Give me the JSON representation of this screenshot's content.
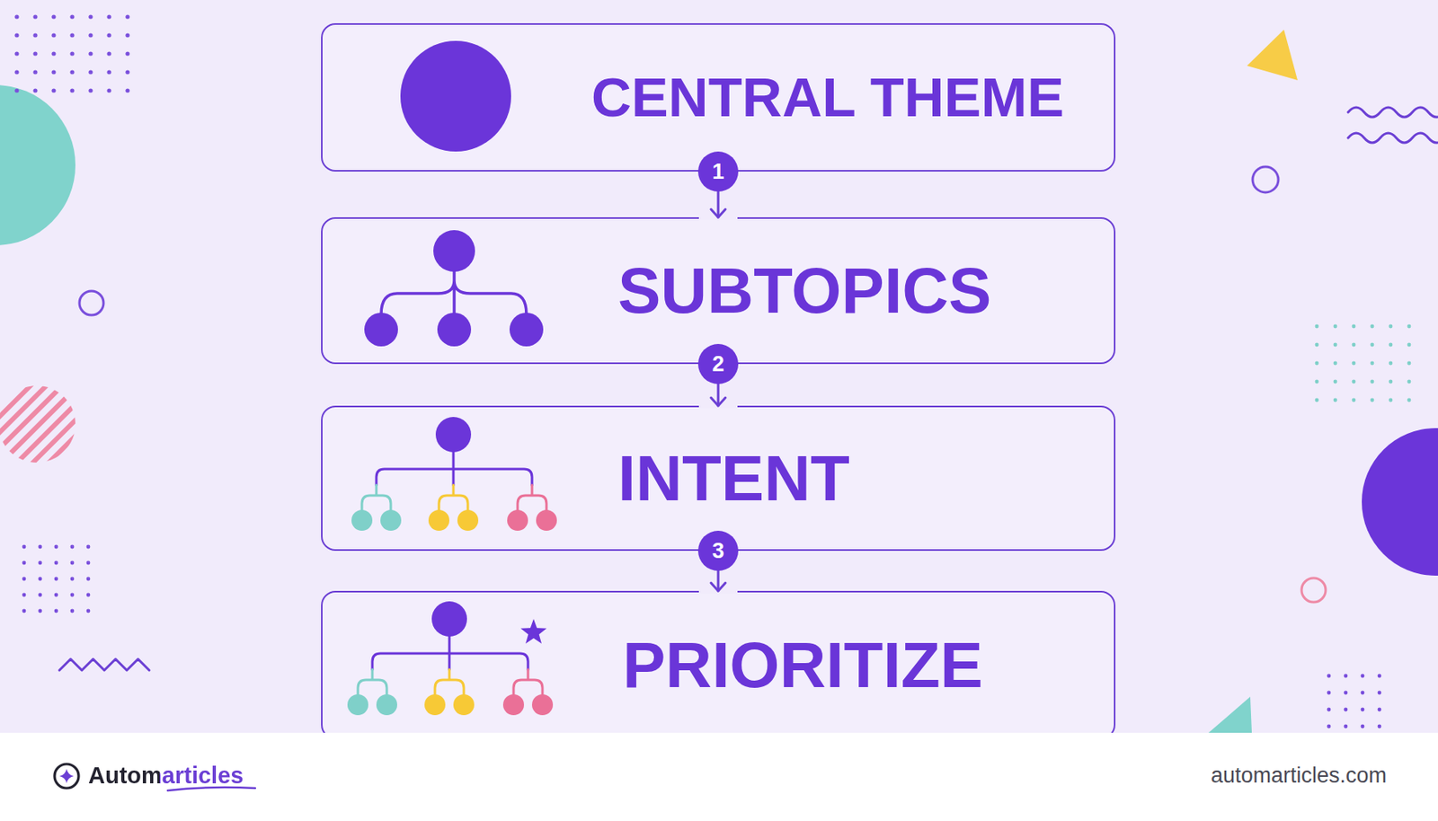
{
  "diagram": {
    "nodes": [
      {
        "text": [
          "CENTRAL THEME"
        ]
      },
      {
        "text": [
          "SUBTOPICS"
        ]
      },
      {
        "text": [
          "INTENT"
        ]
      },
      {
        "text": [
          "PRIORITIZE"
        ]
      }
    ],
    "edges": [
      {
        "from": 0,
        "to": 1,
        "arrow": "to",
        "label": "1"
      },
      {
        "from": 1,
        "to": 2,
        "arrow": "to",
        "label": "2"
      },
      {
        "from": 2,
        "to": 3,
        "arrow": "to",
        "label": "3"
      }
    ],
    "labels": [
      "Automarticles",
      "automarticles.com"
    ]
  }
}
